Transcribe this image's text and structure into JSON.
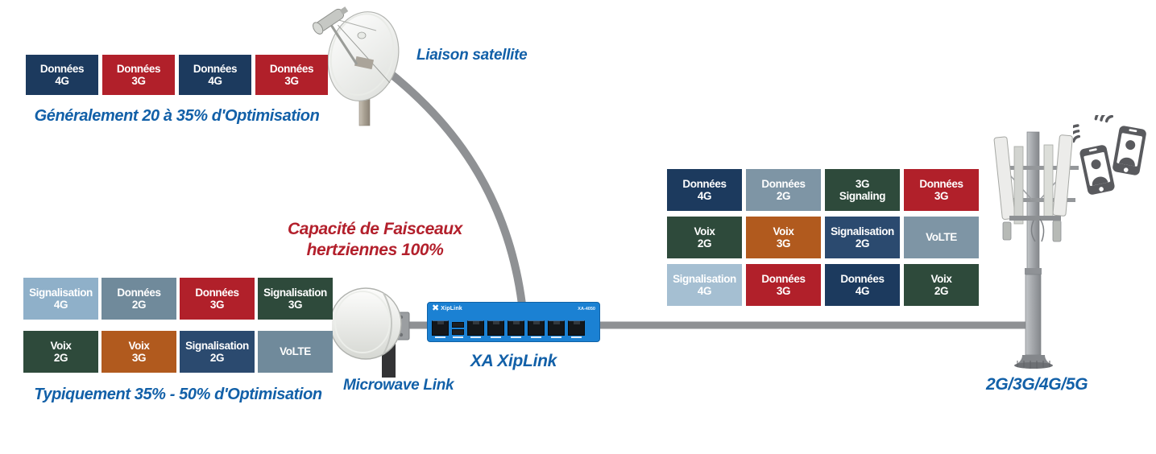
{
  "palette": {
    "navy": "#1c3a5e",
    "red": "#b1202a",
    "lightblue_left": "#8fb0c9",
    "lightblue_right": "#a5bfd2",
    "slate_left": "#708a9b",
    "slate_right": "#7e95a5",
    "green": "#2e4a3b",
    "orange": "#b15a1e",
    "midnavy": "#2b4a6f",
    "label_blue": "#1260a8",
    "label_red": "#b3202c",
    "line_gray": "#8f9194",
    "device_blue": "#1b81d3"
  },
  "satellite": {
    "label": "Liaison satellite"
  },
  "capacity": {
    "line1": "Capacité de Faisceaux",
    "line2": "hertziennes 100%"
  },
  "microwave": {
    "label": "Microwave Link"
  },
  "device": {
    "label": "XA XipLink",
    "brand": "XipLink",
    "model": "XA-4050",
    "logo_glyph": "✖"
  },
  "tower": {
    "label": "2G/3G/4G/5G"
  },
  "groups": {
    "satellite_queue": {
      "caption": "Généralement 20 à 35% d'Optimisation",
      "boxes": [
        {
          "line1": "Données",
          "line2": "4G",
          "color": "#1c3a5e"
        },
        {
          "line1": "Données",
          "line2": "3G",
          "color": "#b1202a"
        },
        {
          "line1": "Données",
          "line2": "4G",
          "color": "#1c3a5e"
        },
        {
          "line1": "Données",
          "line2": "3G",
          "color": "#b1202a"
        }
      ]
    },
    "microwave_queue": {
      "caption": "Typiquement 35% - 50% d'Optimisation",
      "rows": [
        [
          {
            "line1": "Signalisation",
            "line2": "4G",
            "color": "#8fb0c9"
          },
          {
            "line1": "Données",
            "line2": "2G",
            "color": "#708a9b"
          },
          {
            "line1": "Données",
            "line2": "3G",
            "color": "#b1202a"
          },
          {
            "line1": "Signalisation",
            "line2": "3G",
            "color": "#2e4a3b"
          }
        ],
        [
          {
            "line1": "Voix",
            "line2": "2G",
            "color": "#2e4a3b"
          },
          {
            "line1": "Voix",
            "line2": "3G",
            "color": "#b15a1e"
          },
          {
            "line1": "Signalisation",
            "line2": "2G",
            "color": "#2b4a6f"
          },
          {
            "line1": "VoLTE",
            "line2": "",
            "color": "#708a9b"
          }
        ]
      ]
    },
    "tower_queue": {
      "rows": [
        [
          {
            "line1": "Données",
            "line2": "4G",
            "color": "#1c3a5e"
          },
          {
            "line1": "Données",
            "line2": "2G",
            "color": "#7e95a5"
          },
          {
            "line1": "3G",
            "line2": "Signaling",
            "color": "#2e4a3b"
          },
          {
            "line1": "Données",
            "line2": "3G",
            "color": "#b1202a"
          }
        ],
        [
          {
            "line1": "Voix",
            "line2": "2G",
            "color": "#2e4a3b"
          },
          {
            "line1": "Voix",
            "line2": "3G",
            "color": "#b15a1e"
          },
          {
            "line1": "Signalisation",
            "line2": "2G",
            "color": "#2b4a6f"
          },
          {
            "line1": "VoLTE",
            "line2": "",
            "color": "#7e95a5"
          }
        ],
        [
          {
            "line1": "Signalisation",
            "line2": "4G",
            "color": "#a5bfd2"
          },
          {
            "line1": "Données",
            "line2": "3G",
            "color": "#b1202a"
          },
          {
            "line1": "Données",
            "line2": "4G",
            "color": "#1c3a5e"
          },
          {
            "line1": "Voix",
            "line2": "2G",
            "color": "#2e4a3b"
          }
        ]
      ]
    }
  }
}
